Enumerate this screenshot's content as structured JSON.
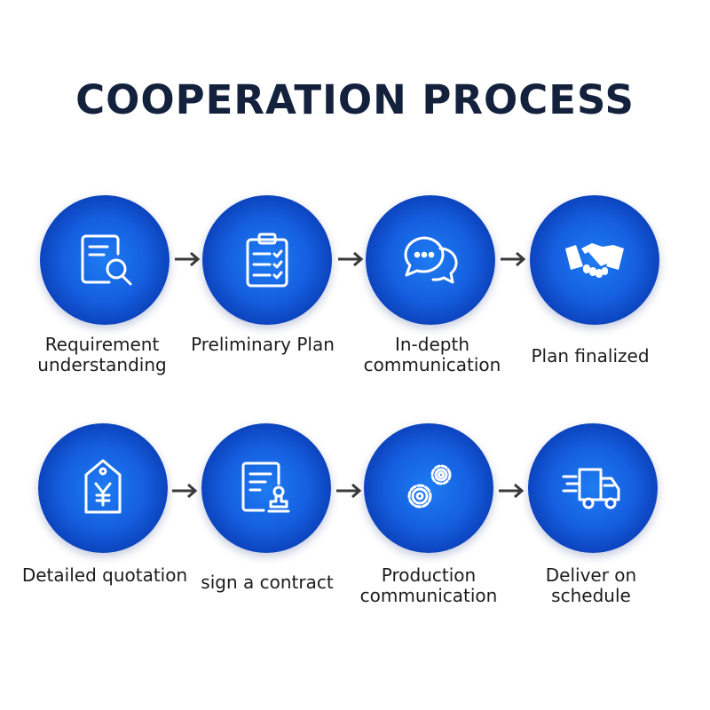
{
  "title": "COOPERATION PROCESS",
  "steps": [
    {
      "label": "Requirement understanding",
      "icon": "document-search-icon"
    },
    {
      "label": "Preliminary Plan",
      "icon": "clipboard-checklist-icon"
    },
    {
      "label": "In-depth communication",
      "icon": "chat-bubbles-icon"
    },
    {
      "label": "Plan finalized",
      "icon": "handshake-icon"
    },
    {
      "label": "Detailed quotation",
      "icon": "price-tag-yen-icon"
    },
    {
      "label": "sign a contract",
      "icon": "document-stamp-icon"
    },
    {
      "label": "Production communication",
      "icon": "gears-icon"
    },
    {
      "label": "Deliver on schedule",
      "icon": "delivery-truck-icon"
    }
  ],
  "colors": {
    "title": "#14213d",
    "circle": "#155fe0",
    "arrow": "#3a3a3a",
    "label": "#1c1c1c"
  }
}
